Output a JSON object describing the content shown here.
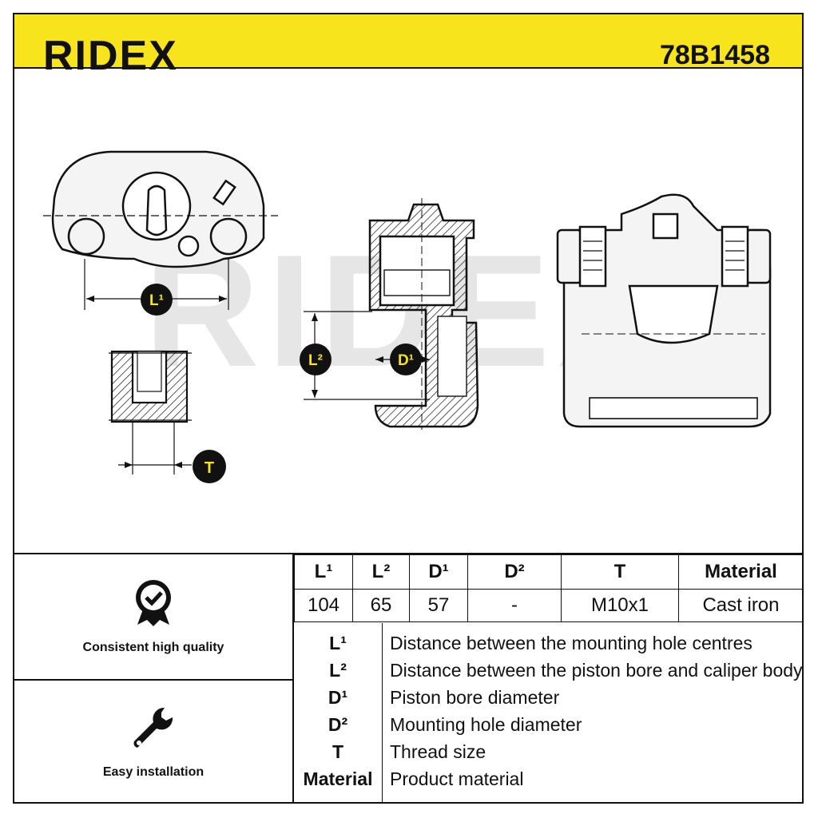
{
  "header": {
    "brand": "RIDEX",
    "part_number": "78B1458"
  },
  "drawing": {
    "watermark": "RIDEX",
    "callouts": {
      "l1": "L¹",
      "l2": "L²",
      "d1": "D¹",
      "t": "T"
    }
  },
  "features": [
    {
      "icon": "quality-badge-icon",
      "label": "Consistent high quality"
    },
    {
      "icon": "wrench-icon",
      "label": "Easy installation"
    }
  ],
  "spec_table": {
    "headers": [
      "L¹",
      "L²",
      "D¹",
      "D²",
      "T",
      "Material"
    ],
    "values": [
      "104",
      "65",
      "57",
      "-",
      "M10x1",
      "Cast iron"
    ]
  },
  "legend": [
    {
      "key": "L¹",
      "desc": "Distance between the mounting hole centres"
    },
    {
      "key": "L²",
      "desc": "Distance between the piston bore and caliper body"
    },
    {
      "key": "D¹",
      "desc": "Piston bore diameter"
    },
    {
      "key": "D²",
      "desc": "Mounting hole diameter"
    },
    {
      "key": "T",
      "desc": "Thread size"
    },
    {
      "key": "Material",
      "desc": "Product material"
    }
  ],
  "colors": {
    "brand_yellow": "#f7e41c",
    "ink": "#111111",
    "watermark": "#e6e6e6"
  }
}
